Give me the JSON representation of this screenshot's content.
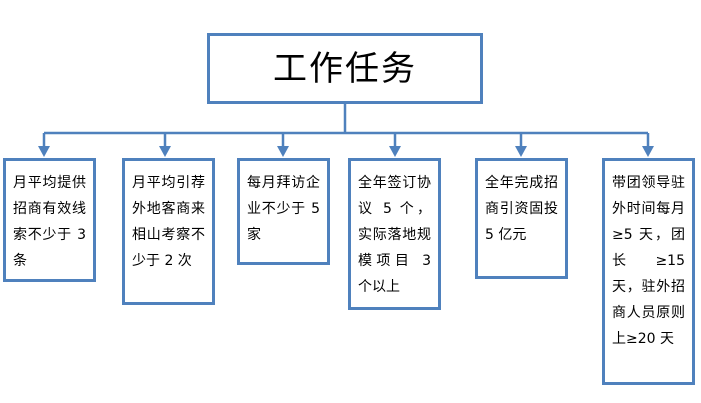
{
  "diagram": {
    "title": "工作任务",
    "type": "organizational-chart",
    "accent_color": "#4F81BD",
    "background_color": "#FFFFFF",
    "root": {
      "id": "root",
      "label": "工作任务"
    },
    "connector": {
      "style": "elbow-bus-with-arrowheads",
      "color": "#4F81BD",
      "arrow_count": 6
    },
    "children": [
      {
        "id": "node-1",
        "label": "月平均提供招商有效线索不少于 3 条"
      },
      {
        "id": "node-2",
        "label": "月平均引荐外地客商来相山考察不少于 2 次"
      },
      {
        "id": "node-3",
        "label": "每月拜访企业不少于 5 家"
      },
      {
        "id": "node-4",
        "label": "全年签订协议 5 个，实际落地规模项目 3 个以上"
      },
      {
        "id": "node-5",
        "label": "全年完成招商引资固投 5 亿元"
      },
      {
        "id": "node-6",
        "label": "带团领导驻外时间每月 ≥5 天，团长≥15 天，驻外招商人员原则上≥20 天"
      }
    ]
  }
}
